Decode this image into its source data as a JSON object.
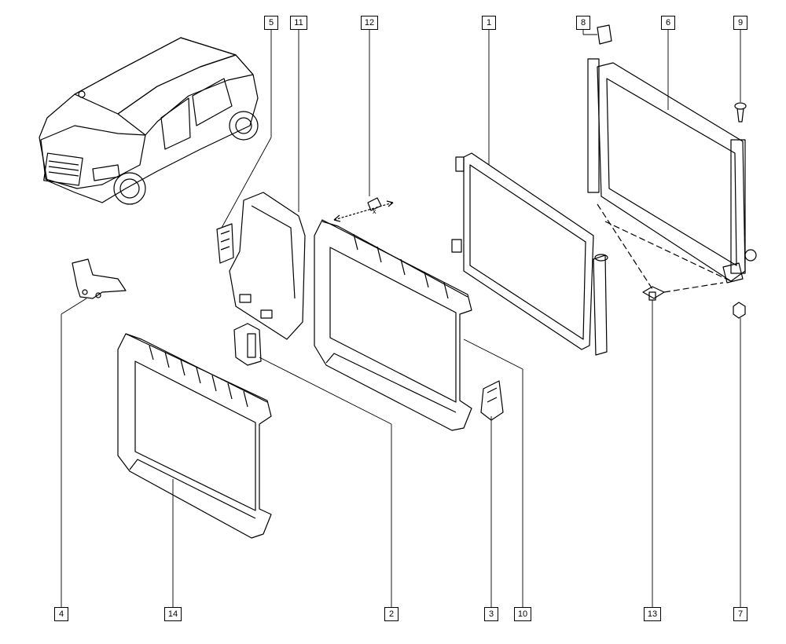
{
  "diagram": {
    "callouts": {
      "c1": "1",
      "c2": "2",
      "c3": "3",
      "c4": "4",
      "c5": "5",
      "c6": "6",
      "c7": "7",
      "c8": "8",
      "c9": "9",
      "c10": "10",
      "c11": "11",
      "c12": "12",
      "c13": "13",
      "c14": "14"
    },
    "dimension_mark": "x"
  }
}
